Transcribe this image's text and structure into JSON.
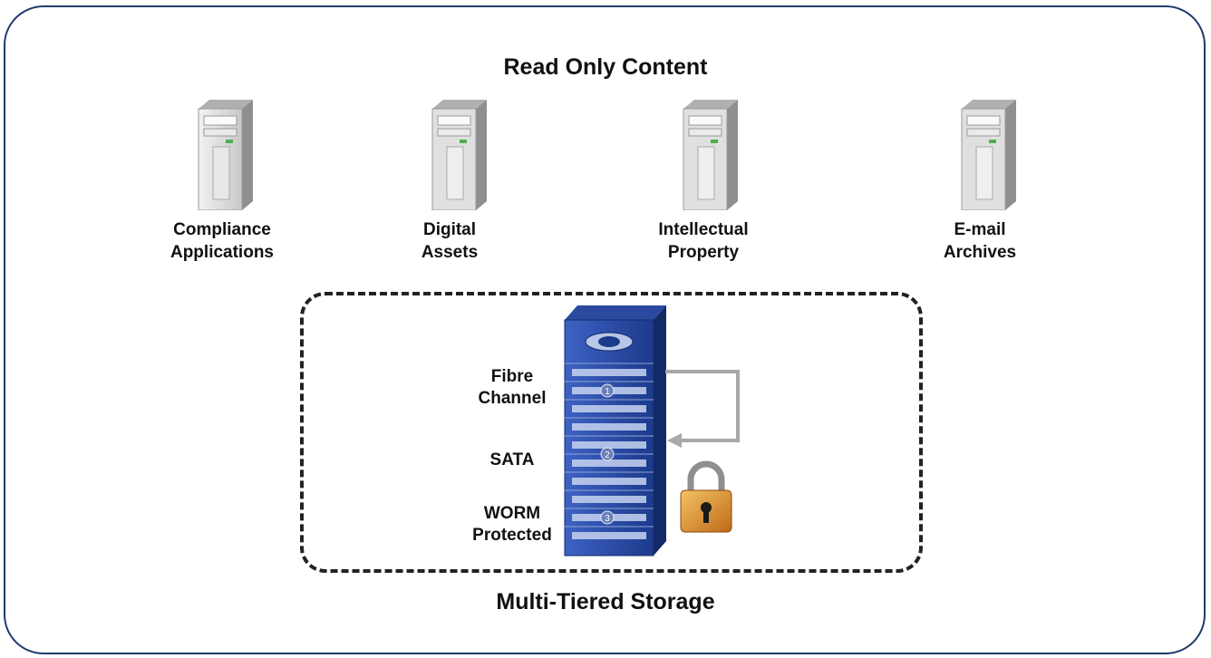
{
  "diagram": {
    "top_title": "Read Only Content",
    "bottom_title": "Multi-Tiered Storage",
    "sources": [
      {
        "line1": "Compliance",
        "line2": "Applications"
      },
      {
        "line1": "Digital",
        "line2": "Assets"
      },
      {
        "line1": "Intellectual",
        "line2": "Property"
      },
      {
        "line1": "E-mail",
        "line2": "Archives"
      }
    ],
    "tiers": [
      {
        "line1": "Fibre",
        "line2": "Channel",
        "number": "1"
      },
      {
        "line1": "SATA",
        "line2": "",
        "number": "2"
      },
      {
        "line1": "WORM",
        "line2": "Protected",
        "number": "3"
      }
    ],
    "icons": {
      "server": "server-tower-icon",
      "storage": "storage-array-icon",
      "lock": "padlock-icon",
      "arrow": "migration-arrow-icon"
    },
    "colors": {
      "frame": "#1f3a6e",
      "storage_blue": "#2a4aa0",
      "lock_gold": "#e39a2e",
      "arrow_gray": "#a8a8a8"
    }
  }
}
